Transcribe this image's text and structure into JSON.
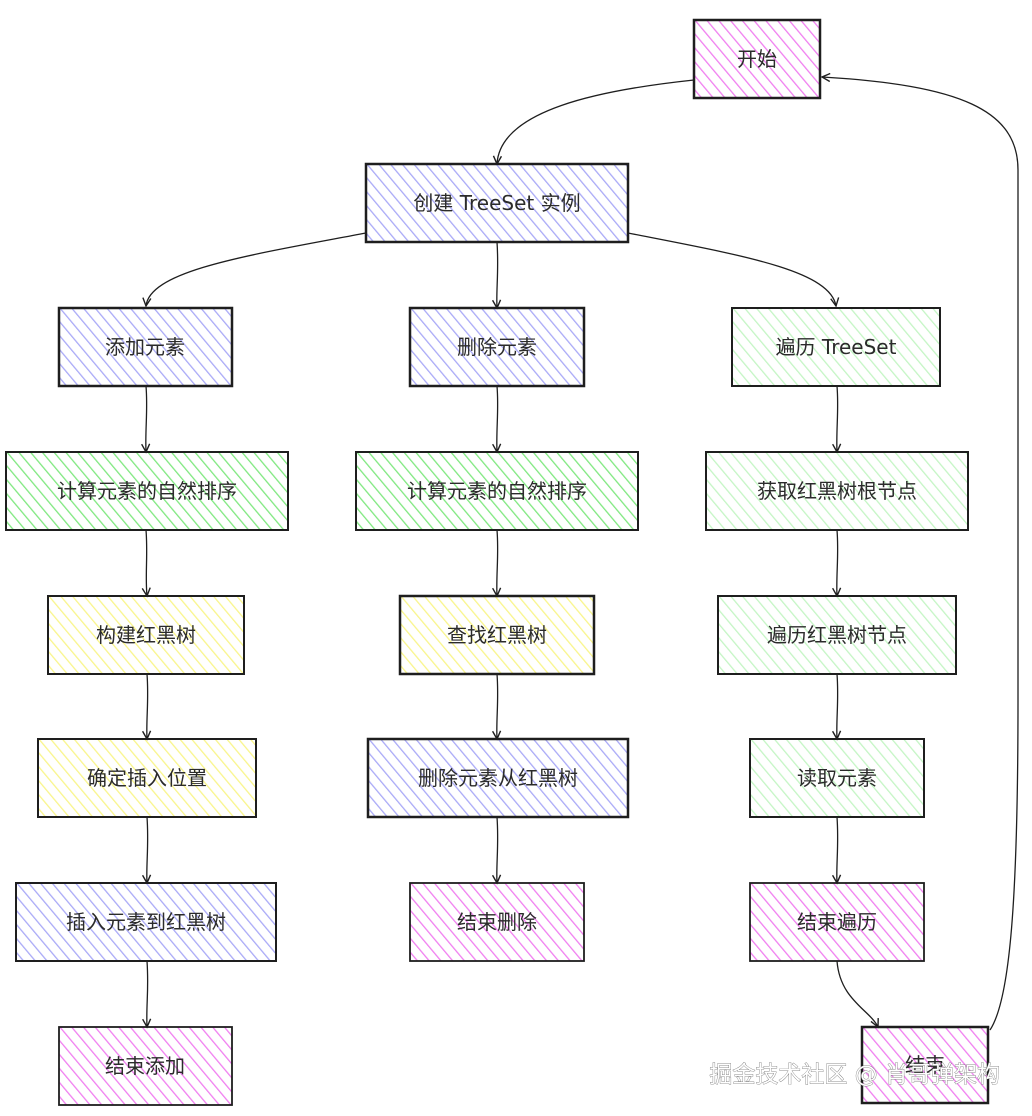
{
  "colors": {
    "pink": "#f07ef0",
    "purple": "#a9a9f7",
    "green": "#7fe87f",
    "light_green": "#c4f5c4",
    "yellow": "#f9f58a",
    "stroke": "#1e1e1e"
  },
  "nodes": {
    "start": {
      "label": "开始",
      "color": "pink"
    },
    "create": {
      "label": "创建 TreeSet 实例",
      "color": "purple"
    },
    "add": {
      "label": "添加元素",
      "color": "purple"
    },
    "remove": {
      "label": "删除元素",
      "color": "purple"
    },
    "traverse": {
      "label": "遍历 TreeSet",
      "color": "light_green"
    },
    "add_compute": {
      "label": "计算元素的自然排序",
      "color": "green"
    },
    "remove_compute": {
      "label": "计算元素的自然排序",
      "color": "green"
    },
    "get_root": {
      "label": "获取红黑树根节点",
      "color": "light_green"
    },
    "build_tree": {
      "label": "构建红黑树",
      "color": "yellow"
    },
    "find_tree": {
      "label": "查找红黑树",
      "color": "yellow"
    },
    "traverse_nodes": {
      "label": "遍历红黑树节点",
      "color": "light_green"
    },
    "insert_pos": {
      "label": "确定插入位置",
      "color": "yellow"
    },
    "remove_from_tree": {
      "label": "删除元素从红黑树",
      "color": "purple"
    },
    "read_element": {
      "label": "读取元素",
      "color": "light_green"
    },
    "insert_to_tree": {
      "label": "插入元素到红黑树",
      "color": "purple"
    },
    "end_remove": {
      "label": "结束删除",
      "color": "pink"
    },
    "end_traverse": {
      "label": "结束遍历",
      "color": "pink"
    },
    "end_add": {
      "label": "结束添加",
      "color": "pink"
    },
    "end": {
      "label": "结束",
      "color": "pink"
    }
  },
  "edges": [
    {
      "from": "start",
      "to": "create"
    },
    {
      "from": "create",
      "to": "add"
    },
    {
      "from": "create",
      "to": "remove"
    },
    {
      "from": "create",
      "to": "traverse"
    },
    {
      "from": "add",
      "to": "add_compute"
    },
    {
      "from": "add_compute",
      "to": "build_tree"
    },
    {
      "from": "build_tree",
      "to": "insert_pos"
    },
    {
      "from": "insert_pos",
      "to": "insert_to_tree"
    },
    {
      "from": "insert_to_tree",
      "to": "end_add"
    },
    {
      "from": "remove",
      "to": "remove_compute"
    },
    {
      "from": "remove_compute",
      "to": "find_tree"
    },
    {
      "from": "find_tree",
      "to": "remove_from_tree"
    },
    {
      "from": "remove_from_tree",
      "to": "end_remove"
    },
    {
      "from": "traverse",
      "to": "get_root"
    },
    {
      "from": "get_root",
      "to": "traverse_nodes"
    },
    {
      "from": "traverse_nodes",
      "to": "read_element"
    },
    {
      "from": "read_element",
      "to": "end_traverse"
    },
    {
      "from": "end_traverse",
      "to": "end"
    },
    {
      "from": "end",
      "to": "start"
    }
  ],
  "watermark": "掘金技术社区 @ 肖哥弹架构"
}
